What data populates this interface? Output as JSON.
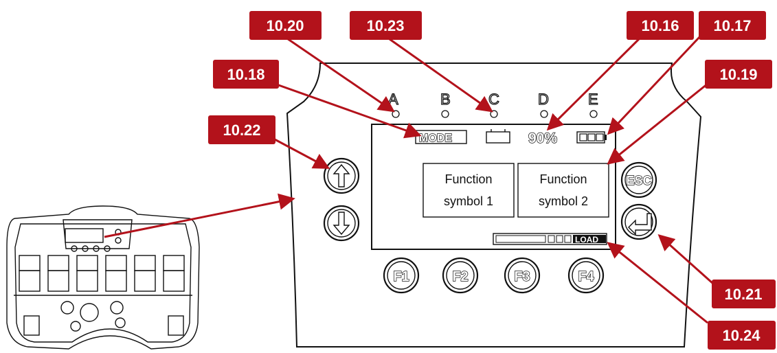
{
  "leds": [
    "A",
    "B",
    "C",
    "D",
    "E"
  ],
  "display": {
    "mode_label": "MODE",
    "battery_percent": "90%",
    "load_label": "LOAD",
    "function_box_1": [
      "Function",
      "symbol 1"
    ],
    "function_box_2": [
      "Function",
      "symbol 2"
    ]
  },
  "buttons": {
    "esc": "ESC",
    "f1": "F1",
    "f2": "F2",
    "f3": "F3",
    "f4": "F4"
  },
  "callouts": {
    "c1020": "10.20",
    "c1023": "10.23",
    "c1016": "10.16",
    "c1017": "10.17",
    "c1018": "10.18",
    "c1019": "10.19",
    "c1022": "10.22",
    "c1021": "10.21",
    "c1024": "10.24"
  },
  "colors": {
    "callout": "#b3121b",
    "outline": "#111111",
    "background": "#ffffff"
  }
}
